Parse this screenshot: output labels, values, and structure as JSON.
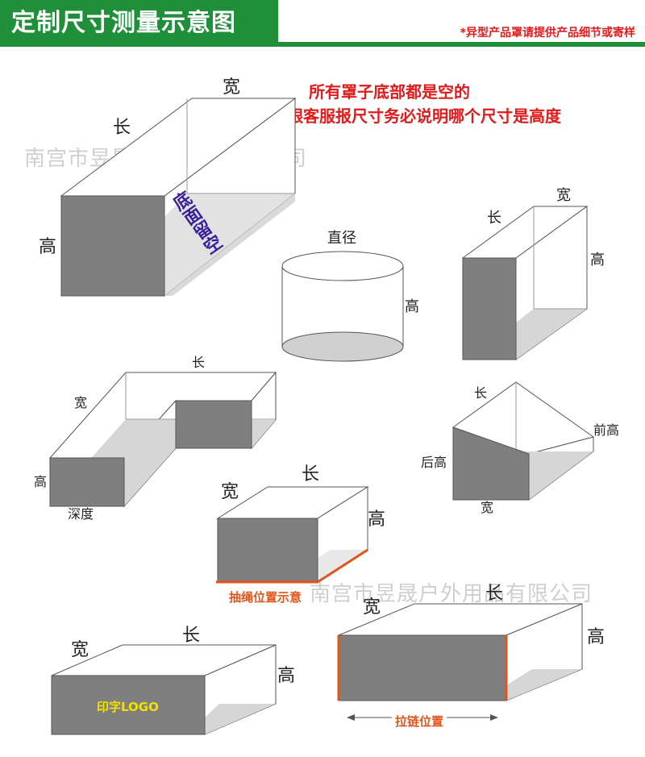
{
  "header": {
    "title": "定制尺寸测量示意图",
    "note": "*异型产品罩请提供产品细节或寄样"
  },
  "notes": {
    "line1": "所有罩子底部都是空的",
    "line2": "跟客服报尺寸务必说明哪个尺寸是高度"
  },
  "watermark": {
    "text1": "南宫市昱晟户外用品有限公司",
    "text2": "南宫市昱晟户外用品有限公司"
  },
  "box1": {
    "width": "宽",
    "length": "长",
    "height": "高",
    "bottom": "底面留空"
  },
  "cylinder": {
    "diameter": "直径",
    "height": "高"
  },
  "box2": {
    "width": "宽",
    "length": "长",
    "height": "高"
  },
  "lshape": {
    "length": "长",
    "width": "宽",
    "height": "高",
    "depth": "深度"
  },
  "slant": {
    "length": "长",
    "front_height": "前高",
    "back_height": "后高",
    "width": "宽"
  },
  "drawstring": {
    "length": "长",
    "width": "宽",
    "height": "高",
    "caption": "抽绳位置示意"
  },
  "logo_box": {
    "width": "宽",
    "length": "长",
    "height": "高",
    "logo": "印字LOGO"
  },
  "zipper_box": {
    "width": "宽",
    "length": "长",
    "height": "高",
    "caption": "拉链位置"
  },
  "colors": {
    "header_green": "#1f8f3a",
    "note_red": "#e01b1b",
    "face_gray": "#7f7f7f",
    "accent_orange": "#e0551b"
  }
}
